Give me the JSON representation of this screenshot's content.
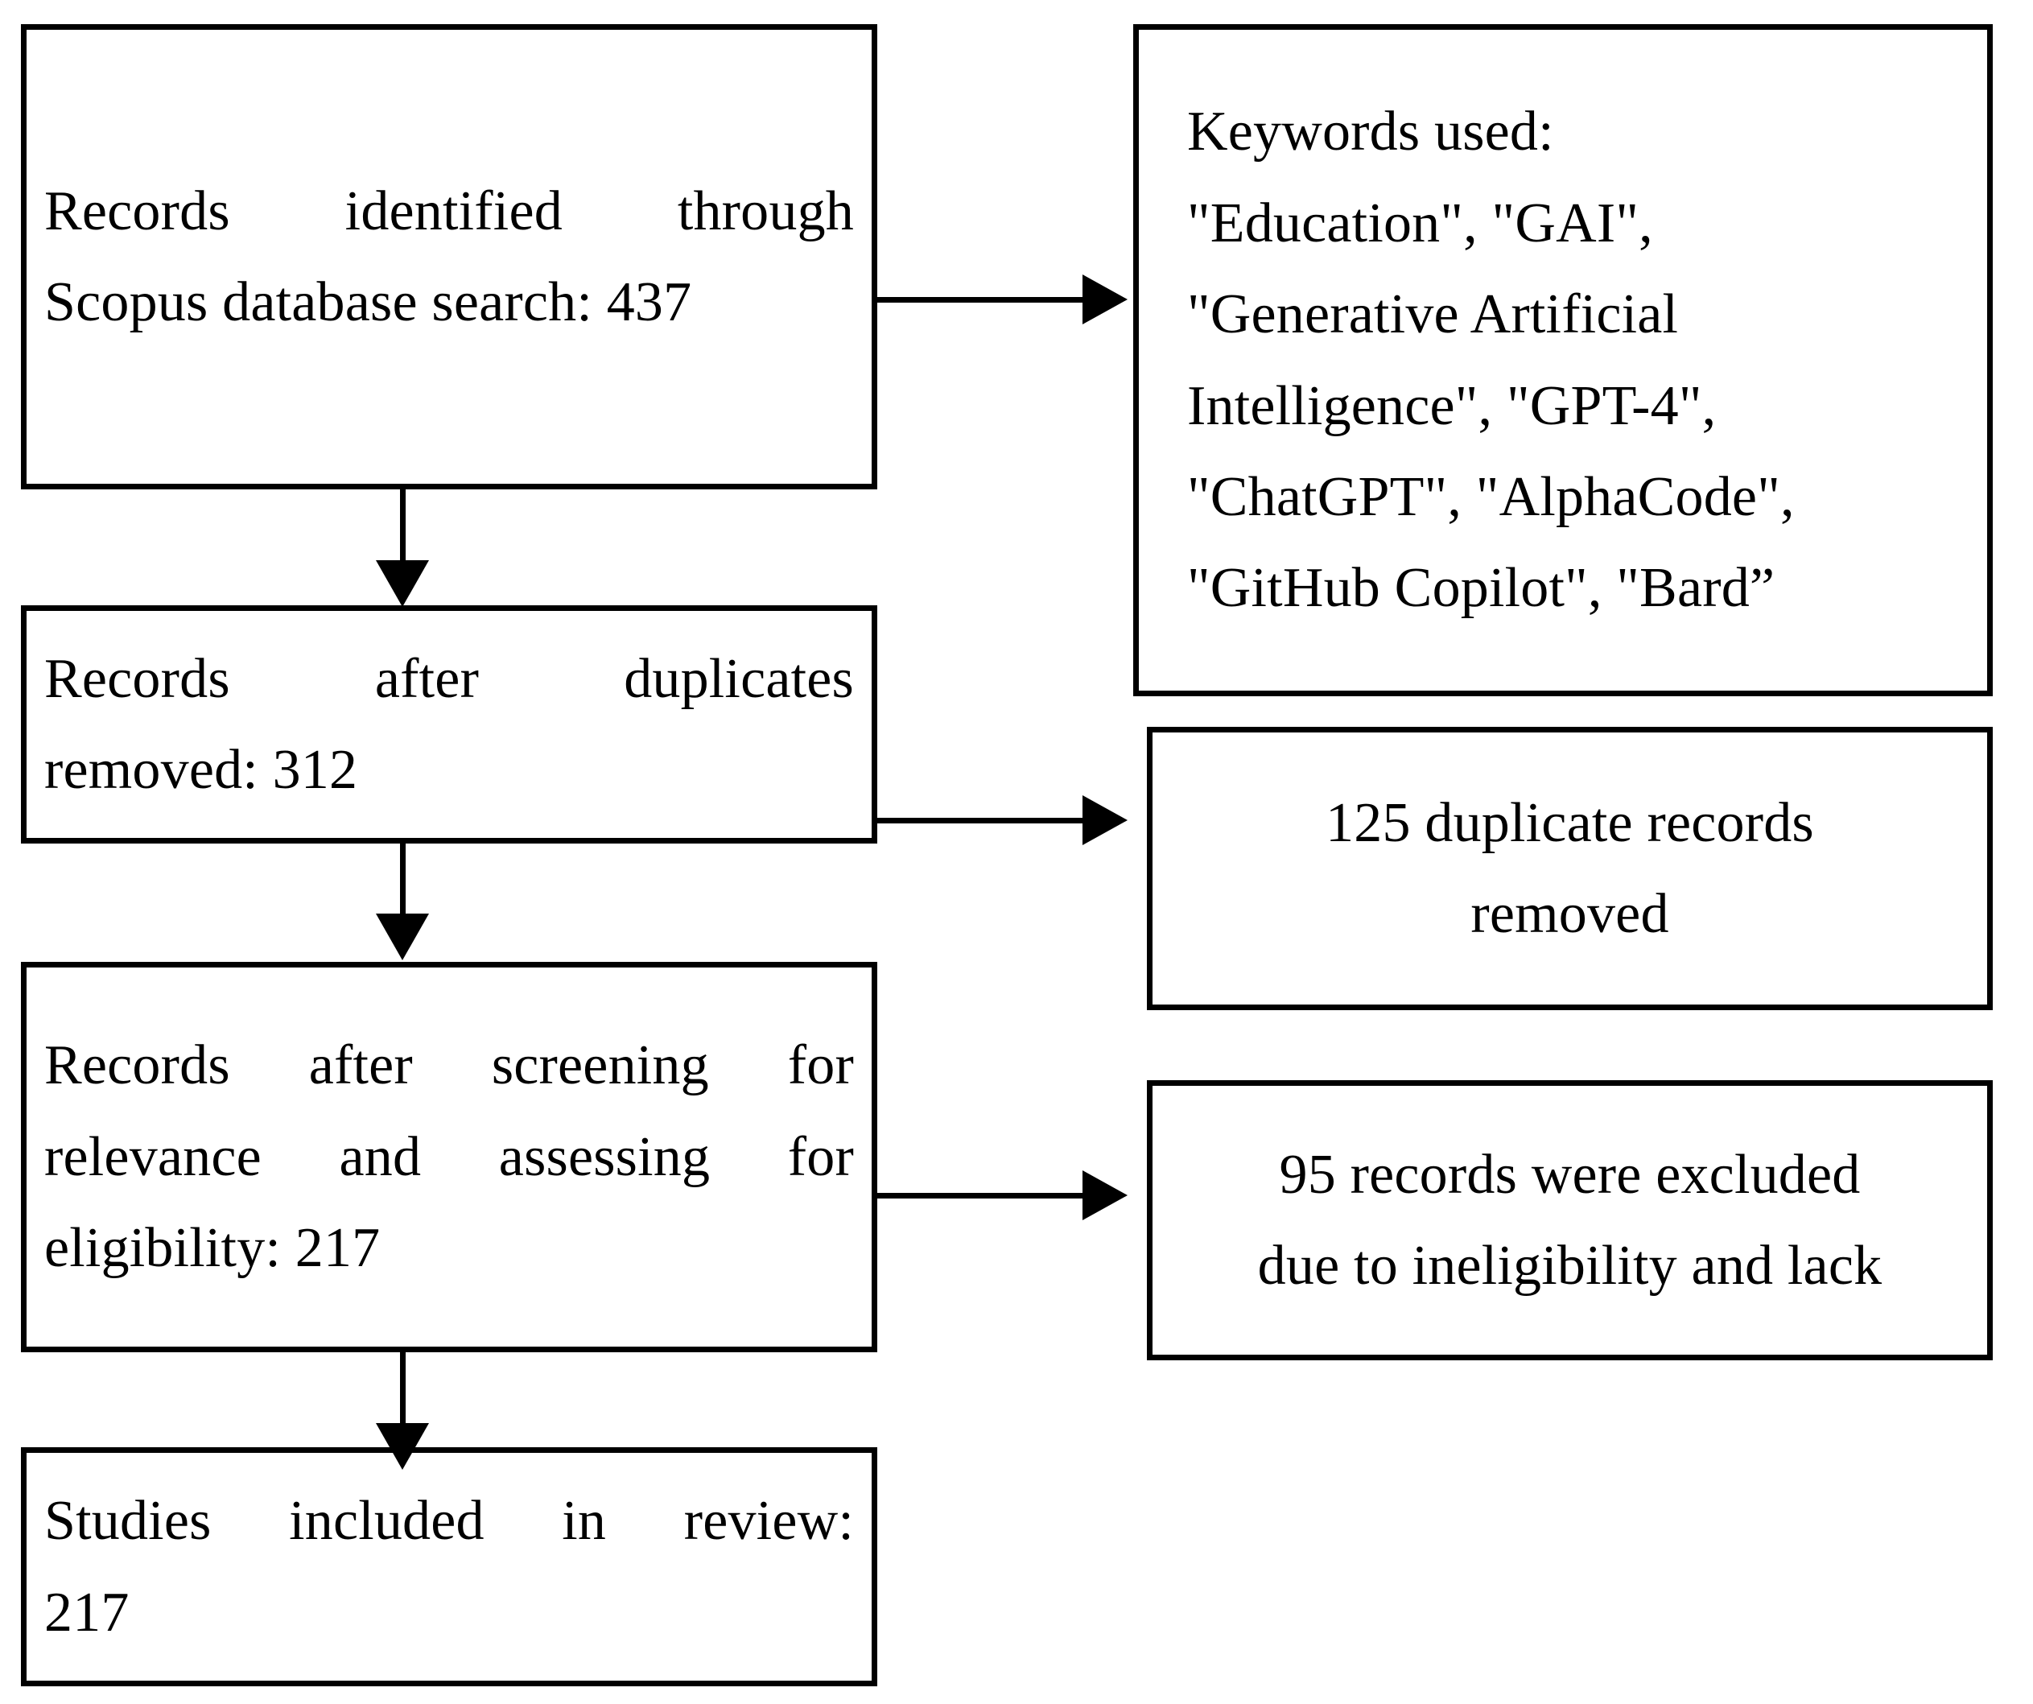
{
  "diagram": {
    "type": "prisma-flow-diagram",
    "title": "PRISMA study selection flow",
    "colors": {
      "background": "#ffffff",
      "stroke": "#000000",
      "text": "#000000"
    },
    "nodes": [
      {
        "id": "records-identified",
        "lines": [
          {
            "text": "Records identified through",
            "align": "justify",
            "words": [
              "Records",
              "identified",
              "through"
            ]
          },
          {
            "text": "Scopus database search: 437",
            "align": "left"
          }
        ],
        "count": 437
      },
      {
        "id": "keywords-used",
        "lines": [
          {
            "text": "Keywords used:",
            "align": "left"
          },
          {
            "text": "\"Education\", \"GAI\",",
            "align": "left"
          },
          {
            "text": "\"Generative Artificial",
            "align": "left"
          },
          {
            "text": "Intelligence\", \"GPT-4\",",
            "align": "left"
          },
          {
            "text": "\"ChatGPT\", \"AlphaCode\",",
            "align": "left"
          },
          {
            "text": "\"GitHub Copilot\", \"Bard”",
            "align": "left"
          }
        ],
        "keywords": [
          "Education",
          "GAI",
          "Generative Artificial Intelligence",
          "GPT-4",
          "ChatGPT",
          "AlphaCode",
          "GitHub Copilot",
          "Bard"
        ]
      },
      {
        "id": "records-after-duplicates",
        "lines": [
          {
            "text": "Records after duplicates",
            "align": "justify",
            "words": [
              "Records",
              "after",
              "duplicates"
            ]
          },
          {
            "text": "removed: 312",
            "align": "left"
          }
        ],
        "count": 312
      },
      {
        "id": "duplicates-removed",
        "lines": [
          {
            "text": "125 duplicate records",
            "align": "center"
          },
          {
            "text": "removed",
            "align": "center"
          }
        ],
        "count": 125
      },
      {
        "id": "records-after-screening",
        "lines": [
          {
            "text": "Records after screening for",
            "align": "justify",
            "words": [
              "Records",
              "after",
              "screening",
              "for"
            ]
          },
          {
            "text": "relevance and assessing for",
            "align": "justify",
            "words": [
              "relevance",
              "and",
              "assessing",
              "for"
            ]
          },
          {
            "text": "eligibility: 217",
            "align": "left"
          }
        ],
        "count": 217
      },
      {
        "id": "records-excluded",
        "lines": [
          {
            "text": "95 records were excluded",
            "align": "center"
          },
          {
            "text": "due to ineligibility and lack",
            "align": "center"
          }
        ],
        "count": 95
      },
      {
        "id": "studies-included",
        "lines": [
          {
            "text": "Studies included in review:",
            "align": "justify",
            "words": [
              "Studies",
              "included",
              "in",
              "review:"
            ]
          },
          {
            "text": "217",
            "align": "left"
          }
        ],
        "count": 217
      }
    ],
    "connectors": [
      {
        "id": "identified-to-keywords",
        "from": "records-identified",
        "to": "keywords-used",
        "direction": "right"
      },
      {
        "id": "identified-to-duplicates",
        "from": "records-identified",
        "to": "records-after-duplicates",
        "direction": "down"
      },
      {
        "id": "duplicates-to-removed",
        "from": "records-after-duplicates",
        "to": "duplicates-removed",
        "direction": "right"
      },
      {
        "id": "duplicates-to-screening",
        "from": "records-after-duplicates",
        "to": "records-after-screening",
        "direction": "down"
      },
      {
        "id": "screening-to-excluded",
        "from": "records-after-screening",
        "to": "records-excluded",
        "direction": "right"
      },
      {
        "id": "screening-to-included",
        "from": "records-after-screening",
        "to": "studies-included",
        "direction": "down"
      }
    ]
  }
}
